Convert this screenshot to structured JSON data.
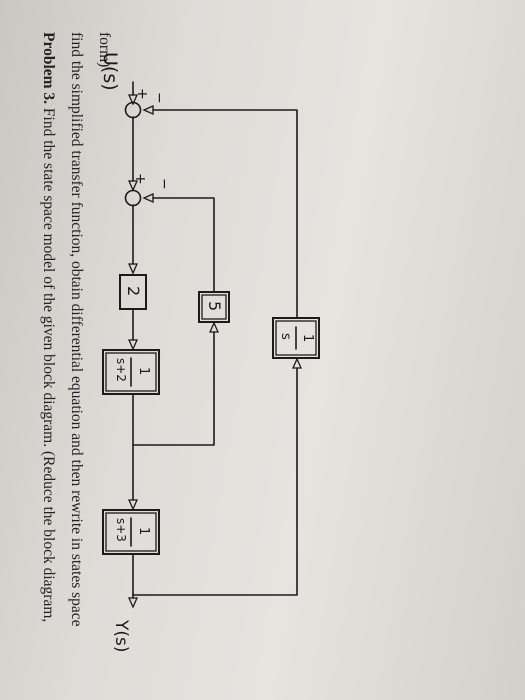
{
  "problem": {
    "label": "Problem 3.",
    "line1": "Find the state space model of the given block diagram. (Reduce the block diagram,",
    "line2": "find the simplified transfer function, obtain differential equation and then rewrite in states space",
    "line3": "form)"
  },
  "diagram": {
    "input": "U(s)",
    "output": "Y(s)",
    "sum1_signs": [
      "+",
      "−"
    ],
    "sum2_signs": [
      "+",
      "−"
    ],
    "blocks": {
      "gain2": "2",
      "g1_num": "1",
      "g1_den": "s+2",
      "g2_num": "1",
      "g2_den": "s+3",
      "gain5": "5",
      "int_num": "1",
      "int_den": "s"
    }
  }
}
